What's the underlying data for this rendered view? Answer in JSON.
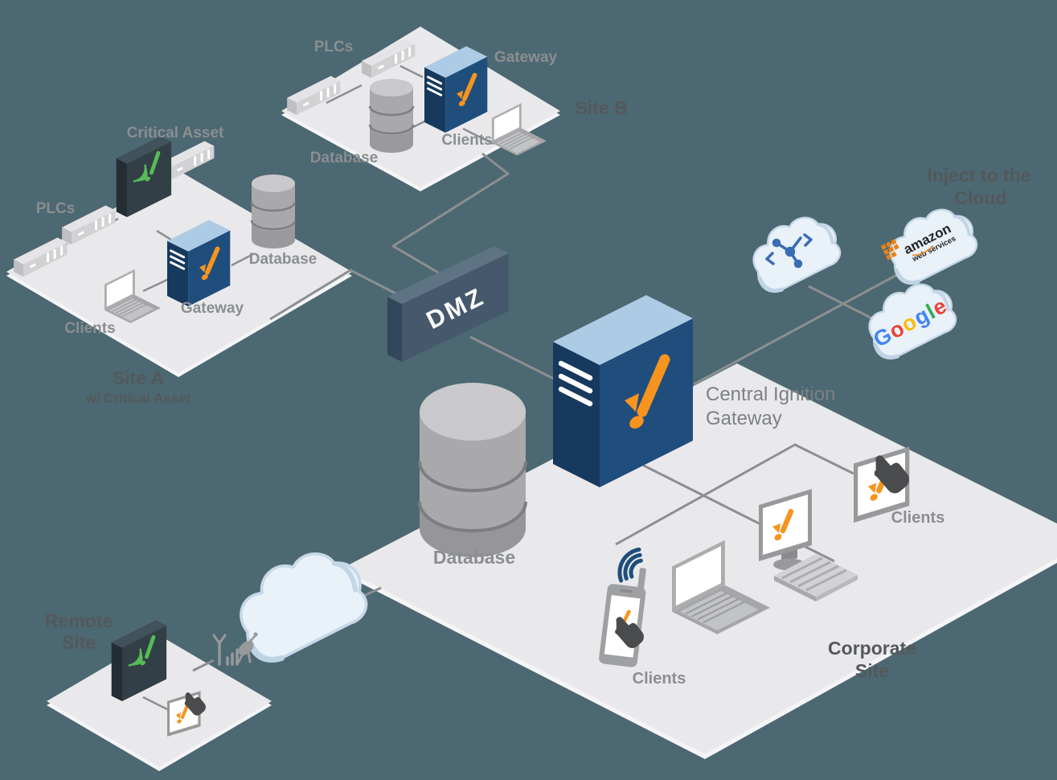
{
  "colors": {
    "background": "#4C6872",
    "platform": "#E9E9EB",
    "platform_edge": "#F5F5F7",
    "connector": "#8C8F91",
    "server_front": "#1F4E7C",
    "server_side": "#16395D",
    "server_top": "#AECBE5",
    "ignition_orange": "#F7941E",
    "edge_device_front": "#333F47",
    "edge_device_side": "#232D33",
    "edge_device_green": "#57BD57",
    "dmz_front": "#46596C",
    "dmz_side": "#33475A",
    "dmz_top": "#5E7384",
    "cloud_fill": "#E9F1F9",
    "cloud_edge": "#C7D8E9",
    "mqtt_blue": "#3A6CB4",
    "aws_orange": "#E8821C",
    "label_gray": "#8B8E90",
    "title_gray": "#54585B",
    "database_gray": "#A9A9AB"
  },
  "site_b": {
    "title": "Site B",
    "plcs_label": "PLCs",
    "gateway_label": "Gateway",
    "database_label": "Database",
    "clients_label": "Clients"
  },
  "site_a": {
    "title": "Site A",
    "subtitle": "w/ Critical Asset",
    "critical_asset_label": "Critical Asset",
    "plcs_label": "PLCs",
    "gateway_label": "Gateway",
    "database_label": "Database",
    "clients_label": "Clients"
  },
  "dmz": {
    "label": "DMZ"
  },
  "central": {
    "gateway_label_line1": "Central Ignition",
    "gateway_label_line2": "Gateway",
    "database_label": "Database"
  },
  "cloud_section": {
    "title_line1": "Inject to the",
    "title_line2": "Cloud",
    "aws_name": "amazon",
    "aws_subtitle": "web services",
    "google_letters": [
      {
        "char": "G",
        "color": "#4285F4"
      },
      {
        "char": "o",
        "color": "#EA4335"
      },
      {
        "char": "o",
        "color": "#FBBC05"
      },
      {
        "char": "g",
        "color": "#4285F4"
      },
      {
        "char": "l",
        "color": "#34A853"
      },
      {
        "char": "e",
        "color": "#EA4335"
      }
    ]
  },
  "corporate": {
    "title_line1": "Corporate",
    "title_line2": "Site",
    "clients_mobile_label": "Clients",
    "clients_desktop_label": "Clients"
  },
  "remote": {
    "title_line1": "Remote",
    "title_line2": "Site"
  }
}
